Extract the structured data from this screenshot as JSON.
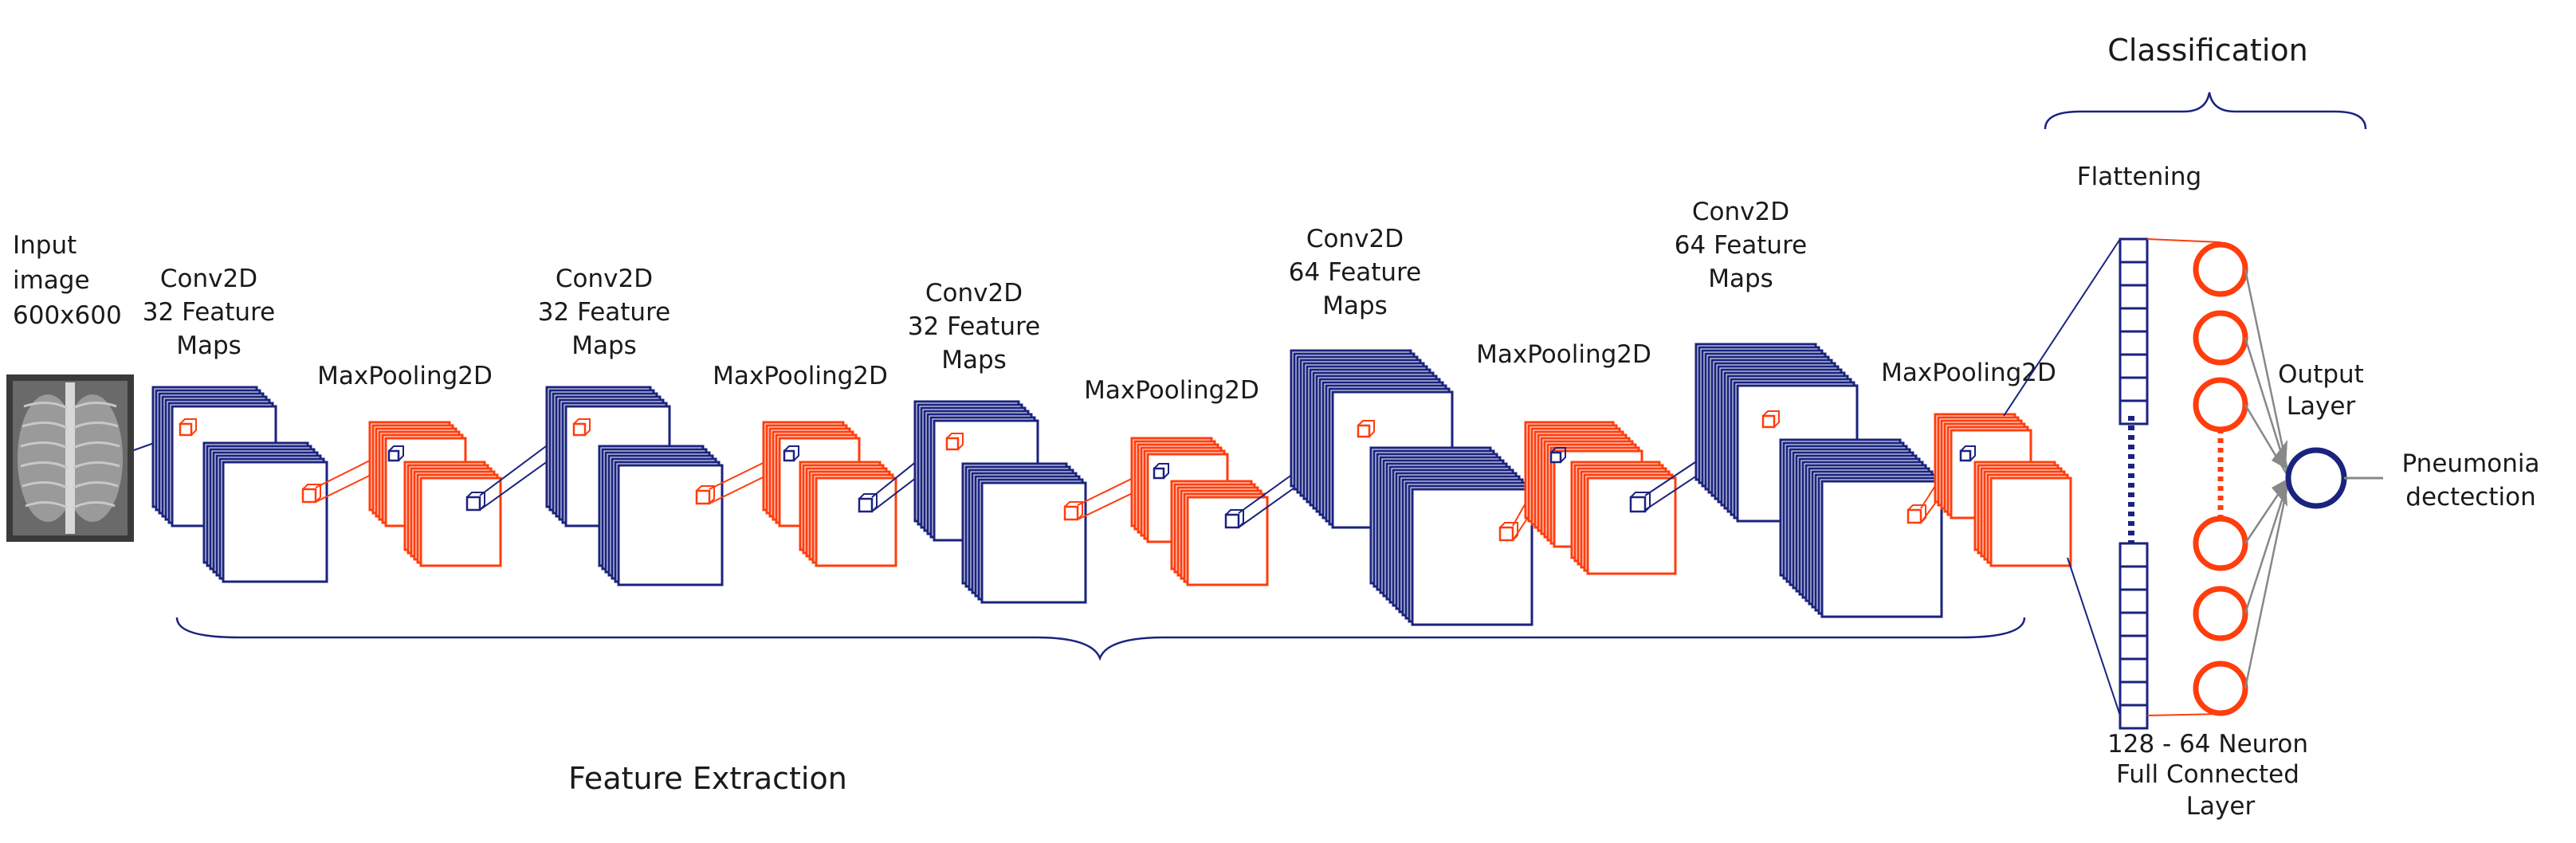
{
  "input": {
    "line1": "Input",
    "line2": "image",
    "line3": "600x600"
  },
  "layers": [
    {
      "l1": "Conv2D",
      "l2": "32 Feature",
      "l3": "Maps"
    },
    {
      "l1": "MaxPooling2D"
    },
    {
      "l1": "Conv2D",
      "l2": "32 Feature",
      "l3": "Maps"
    },
    {
      "l1": "MaxPooling2D"
    },
    {
      "l1": "Conv2D",
      "l2": "32 Feature",
      "l3": "Maps"
    },
    {
      "l1": "MaxPooling2D"
    },
    {
      "l1": "Conv2D",
      "l2": "64 Feature",
      "l3": "Maps"
    },
    {
      "l1": "MaxPooling2D"
    },
    {
      "l1": "Conv2D",
      "l2": "64 Feature",
      "l3": "Maps"
    },
    {
      "l1": "MaxPooling2D"
    }
  ],
  "classification": {
    "title": "Classification",
    "flattening": "Flattening",
    "output_l1": "Output",
    "output_l2": "Layer",
    "result_l1": "Pneumonia",
    "result_l2": "dectection",
    "fc_l1": "128 - 64 Neuron",
    "fc_l2": "Full Connected",
    "fc_l3": "Layer"
  },
  "feature_extraction": "Feature Extraction",
  "colors": {
    "conv": "#1a237e",
    "pool": "#ff3d0d",
    "brace": "#1a237e",
    "line": "#888888"
  }
}
